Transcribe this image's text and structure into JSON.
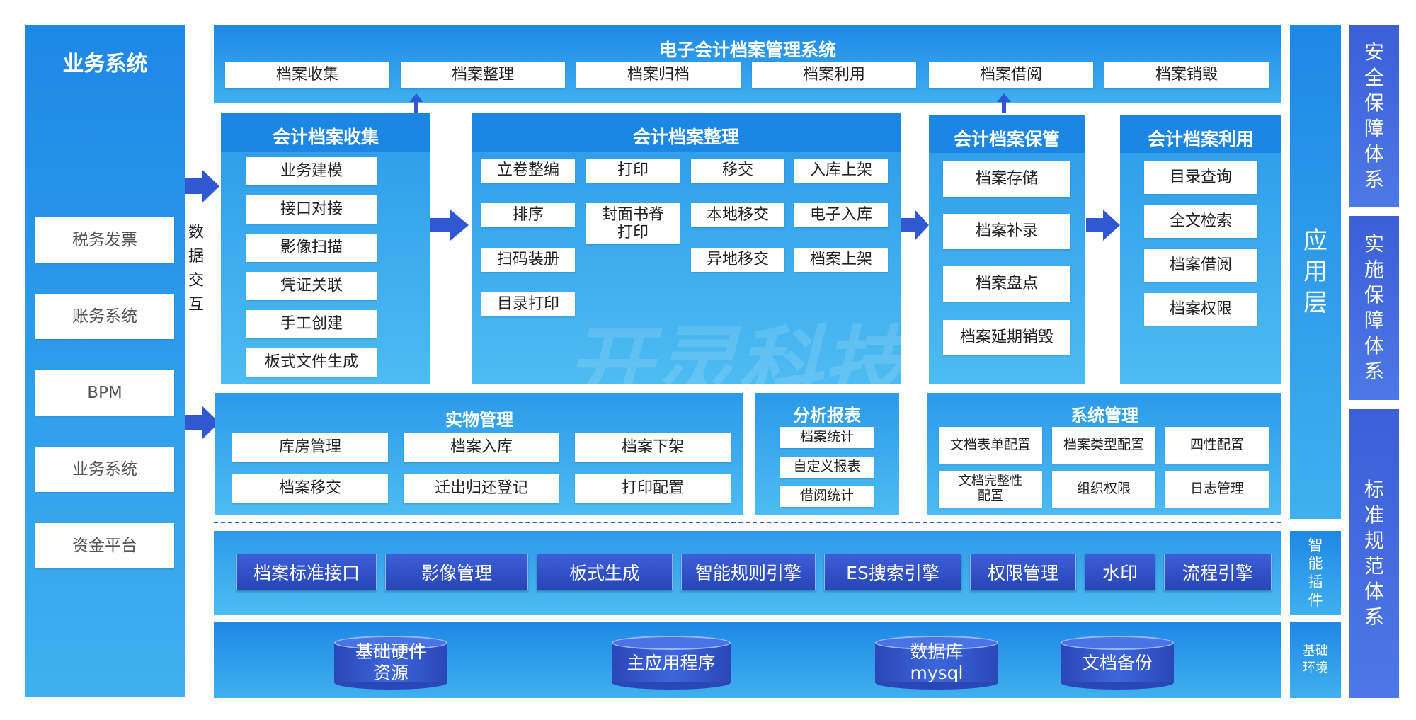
{
  "left": {
    "title": "业务系统",
    "items": [
      "税务发票",
      "账务系统",
      "BPM",
      "业务系统",
      "资金平台"
    ]
  },
  "interaction_label": [
    "数",
    "据",
    "交",
    "互"
  ],
  "top_system": {
    "title": "电子会计档案管理系统",
    "items": [
      "档案收集",
      "档案整理",
      "档案归档",
      "档案利用",
      "档案借阅",
      "档案销毁"
    ]
  },
  "collect": {
    "title": "会计档案收集",
    "items": [
      "业务建模",
      "接口对接",
      "影像扫描",
      "凭证关联",
      "手工创建",
      "板式文件生成"
    ]
  },
  "organize": {
    "title": "会计档案整理",
    "items": [
      "立卷整编",
      "打印",
      "移交",
      "入库上架",
      "排序",
      "封面书脊\n打印",
      "本地移交",
      "电子入库",
      "扫码装册",
      "异地移交",
      "档案上架",
      "目录打印"
    ]
  },
  "keep": {
    "title": "会计档案保管",
    "items": [
      "档案存储",
      "档案补录",
      "档案盘点",
      "档案延期销毁"
    ]
  },
  "use": {
    "title": "会计档案利用",
    "items": [
      "目录查询",
      "全文检索",
      "档案借阅",
      "档案权限"
    ]
  },
  "physical": {
    "title": "实物管理",
    "items": [
      "库房管理",
      "档案入库",
      "档案下架",
      "档案移交",
      "迁出归还登记",
      "打印配置"
    ]
  },
  "report": {
    "title": "分析报表",
    "items": [
      "档案统计",
      "自定义报表",
      "借阅统计"
    ]
  },
  "sysmgmt": {
    "title": "系统管理",
    "items": [
      "文档表单配置",
      "档案类型配置",
      "四性配置",
      "文档完整性\n配置",
      "组织权限",
      "日志管理"
    ]
  },
  "plugins": [
    "档案标准接口",
    "影像管理",
    "板式生成",
    "智能规则引擎",
    "ES搜索引擎",
    "权限管理",
    "水印",
    "流程引擎"
  ],
  "base": [
    {
      "label": "基础硬件\n资源"
    },
    {
      "label": "主应用程序"
    },
    {
      "label": "数据库\nmysql"
    },
    {
      "label": "文档备份"
    }
  ],
  "layers": {
    "app": [
      "应",
      "用",
      "层"
    ],
    "plugin": [
      "智",
      "能",
      "插",
      "件"
    ],
    "base": [
      "基础",
      "环境"
    ]
  },
  "systems": {
    "security": [
      "安",
      "全",
      "保",
      "障",
      "体",
      "系"
    ],
    "implementation": [
      "实",
      "施",
      "保",
      "障",
      "体",
      "系"
    ],
    "standard": [
      "标",
      "准",
      "规",
      "范",
      "体",
      "系"
    ]
  },
  "watermark": "开灵科技",
  "colors": {
    "panel_top": "#1e88e6",
    "panel_bottom": "#3fb0ef",
    "plugin": "#2645b8",
    "side": "#3357d0"
  }
}
